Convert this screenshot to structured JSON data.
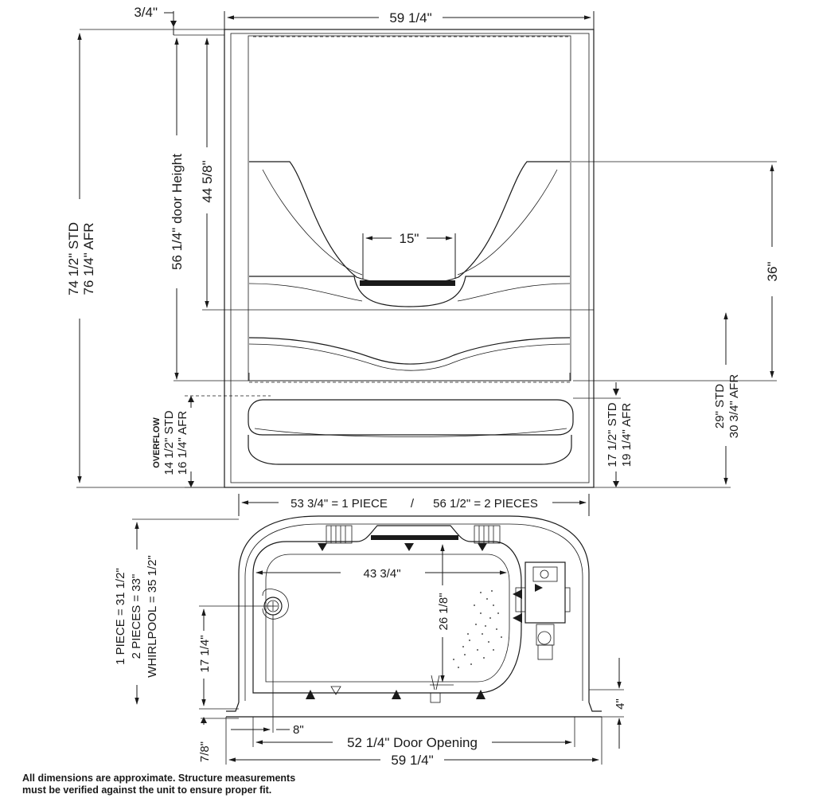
{
  "dims": {
    "top_offset": "3/4\"",
    "top_width": "59 1/4\"",
    "overall_height_std": "74 1/2\" STD",
    "overall_height_afr": "76 1/4\" AFR",
    "door_height": "56 1/4\" door Height",
    "upper_height": "44 5/8\"",
    "seat_width": "15\"",
    "right_upper": "36\"",
    "right_29_std": "29\" STD",
    "right_29_afr": "30 3/4\" AFR",
    "right_17_std": "17 1/2\" STD",
    "right_17_afr": "19 1/4\" AFR",
    "overflow_label": "OVERFLOW",
    "overflow_std": "14 1/2\" STD",
    "overflow_afr": "16 1/4\" AFR",
    "plan_width": "53 3/4\" = 1 PIECE",
    "plan_sep": "/",
    "plan_width_2": "56 1/2\" = 2 PIECES",
    "depth_1": "1 PIECE = 31 1/2\"",
    "depth_2": "2 PIECES = 33\"",
    "depth_3": "WHIRLPOOL = 35 1/2\"",
    "drain_height": "17 1/4\"",
    "inner_width": "43 3/4\"",
    "inner_depth": "26 1/8\"",
    "front_4": "4\"",
    "drain_offset": "8\"",
    "base_7_8": "7/8\"",
    "door_opening": "52 1/4\" Door Opening",
    "bottom_width": "59 1/4\""
  },
  "note": {
    "line1": "All dimensions are approximate. Structure measurements",
    "line2": "must be verified against the unit to ensure proper fit."
  }
}
